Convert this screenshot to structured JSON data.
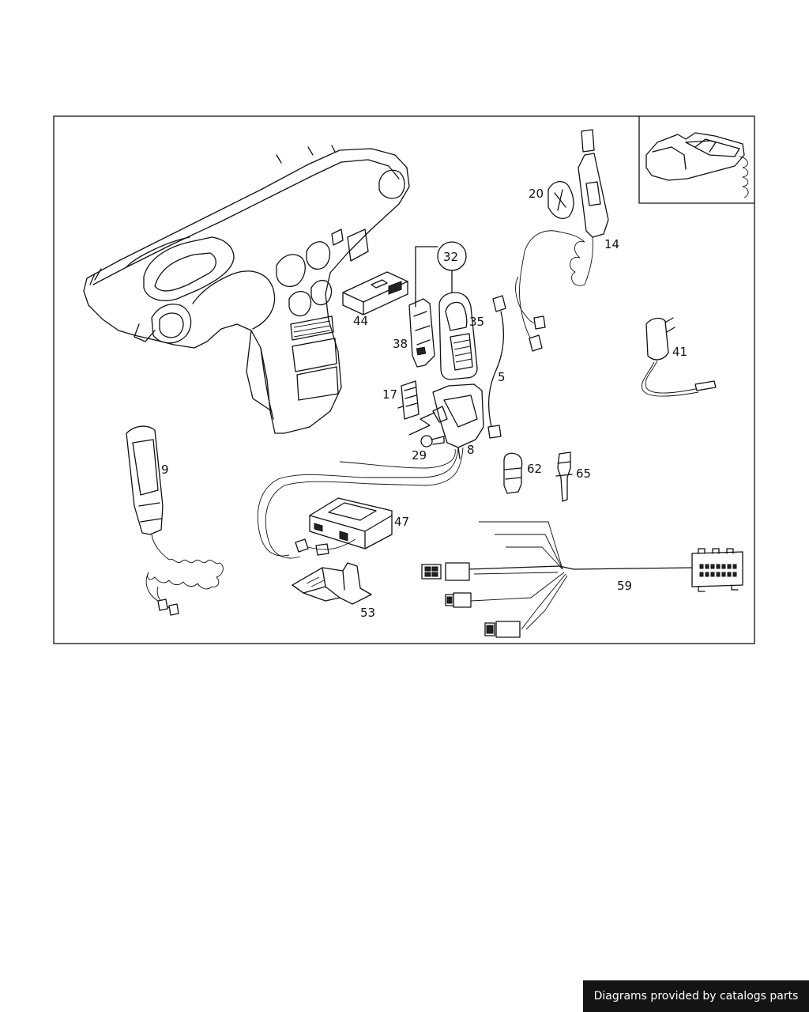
{
  "diagram": {
    "part_labels": {
      "p5": "5",
      "p8": "8",
      "p9": "9",
      "p14": "14",
      "p17": "17",
      "p20": "20",
      "p29": "29",
      "p32": "32",
      "p35": "35",
      "p38": "38",
      "p41": "41",
      "p44": "44",
      "p47": "47",
      "p53": "53",
      "p59": "59",
      "p62": "62",
      "p65": "65"
    }
  },
  "footer": {
    "credit": "Diagrams provided by catalogs parts"
  },
  "colors": {
    "line": "#111111",
    "background": "#ffffff",
    "credit_bg": "#141414",
    "credit_text": "#ffffff"
  }
}
